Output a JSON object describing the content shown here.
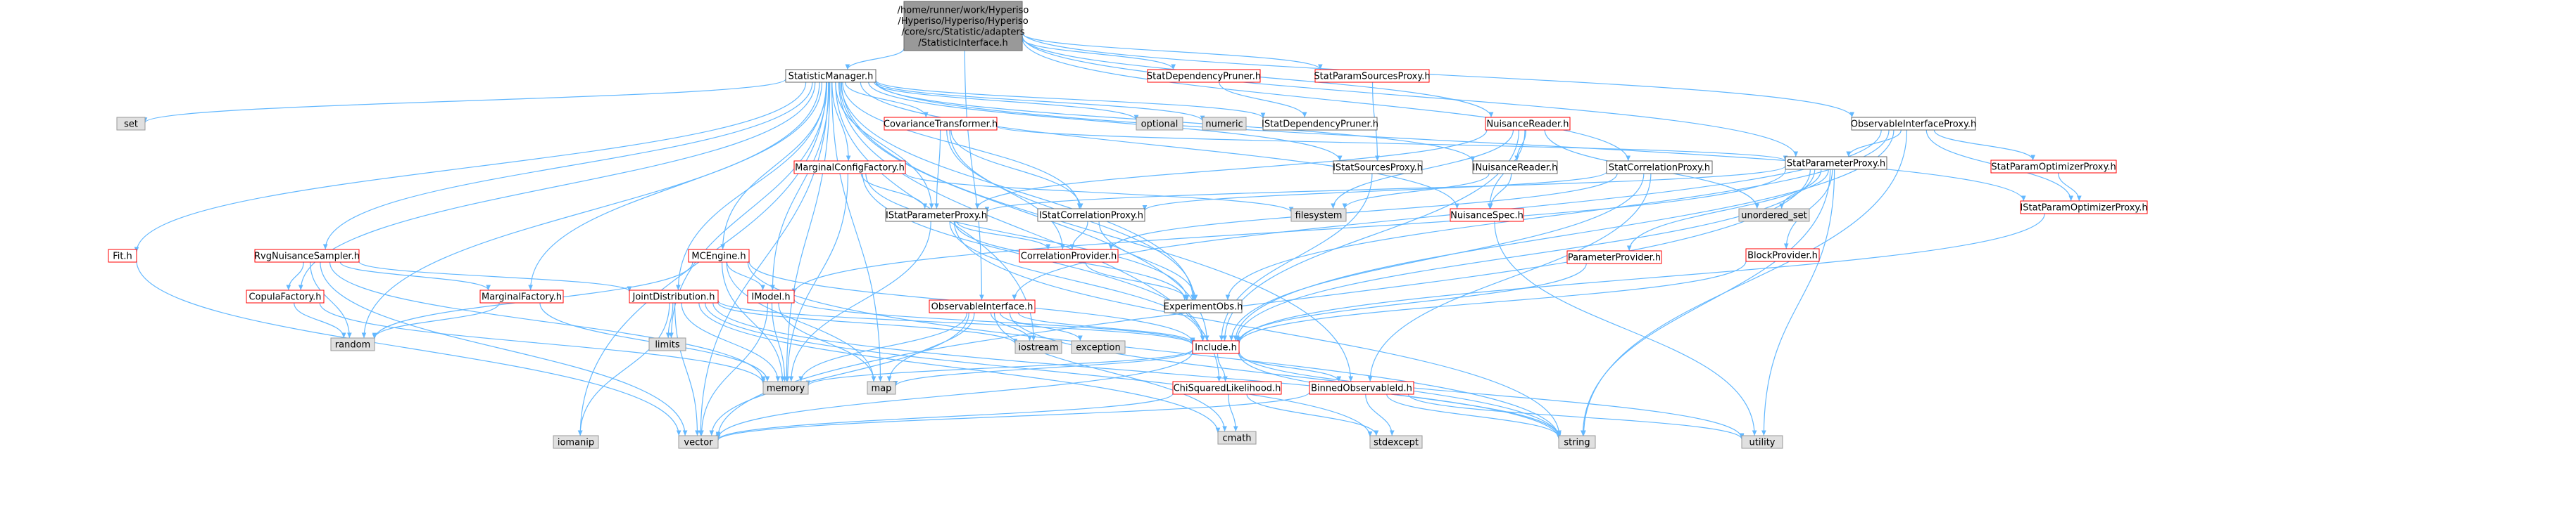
{
  "colors": {
    "root_fill": "#999999",
    "root_stroke": "#666666",
    "documented_fill": "#ffffff",
    "documented_stroke": "#666666",
    "undocumented_fill": "#ffffff",
    "undocumented_stroke": "#ff0000",
    "system_fill": "#e0e0e0",
    "system_stroke": "#999999",
    "edge": "#63b8ff",
    "text": "#000000"
  },
  "nodes": [
    {
      "id": "root",
      "label": "/home/runner/work/Hyperiso\n/Hyperiso/Hyperiso/Hyperiso\n/core/src/Statistic/adapters\n/StatisticInterface.h",
      "kind": "root"
    },
    {
      "id": "StatisticManager",
      "label": "StatisticManager.h",
      "kind": "documented"
    },
    {
      "id": "StatDependencyPruner",
      "label": "StatDependencyPruner.h",
      "kind": "undocumented"
    },
    {
      "id": "StatParamSourcesProxy",
      "label": "StatParamSourcesProxy.h",
      "kind": "undocumented"
    },
    {
      "id": "NuisanceReader",
      "label": "NuisanceReader.h",
      "kind": "undocumented"
    },
    {
      "id": "ObservableInterfaceProxy",
      "label": "ObservableInterfaceProxy.h",
      "kind": "documented"
    },
    {
      "id": "set",
      "label": "set",
      "kind": "system"
    },
    {
      "id": "optional",
      "label": "optional",
      "kind": "system"
    },
    {
      "id": "numeric",
      "label": "numeric",
      "kind": "system"
    },
    {
      "id": "CovarianceTransformer",
      "label": "CovarianceTransformer.h",
      "kind": "undocumented"
    },
    {
      "id": "IStatDependencyPruner",
      "label": "IStatDependencyPruner.h",
      "kind": "documented"
    },
    {
      "id": "StatParameterProxy",
      "label": "StatParameterProxy.h",
      "kind": "documented"
    },
    {
      "id": "INuisanceReader",
      "label": "INuisanceReader.h",
      "kind": "documented"
    },
    {
      "id": "StatCorrelationProxy",
      "label": "StatCorrelationProxy.h",
      "kind": "documented"
    },
    {
      "id": "ISourcesProxy",
      "label": "IStatSourcesProxy.h",
      "kind": "documented"
    },
    {
      "id": "StatParamOptimizerProxy",
      "label": "StatParamOptimizerProxy.h",
      "kind": "undocumented"
    },
    {
      "id": "IStatParamOptimizerProxy",
      "label": "IStatParamOptimizerProxy.h",
      "kind": "undocumented"
    },
    {
      "id": "MarginalConfigFactory",
      "label": "MarginalConfigFactory.h",
      "kind": "undocumented"
    },
    {
      "id": "IStatParameterProxy",
      "label": "IStatParameterProxy.h",
      "kind": "documented"
    },
    {
      "id": "IStatCorrelationProxy",
      "label": "IStatCorrelationProxy.h",
      "kind": "documented"
    },
    {
      "id": "filesystem",
      "label": "filesystem",
      "kind": "system"
    },
    {
      "id": "NuisanceSpec",
      "label": "NuisanceSpec.h",
      "kind": "undocumented"
    },
    {
      "id": "unordered_set",
      "label": "unordered_set",
      "kind": "system"
    },
    {
      "id": "Fit",
      "label": "Fit.h",
      "kind": "undocumented"
    },
    {
      "id": "RvgNuisanceSampler",
      "label": "RvgNuisanceSampler.h",
      "kind": "undocumented"
    },
    {
      "id": "MCEngine",
      "label": "MCEngine.h",
      "kind": "undocumented"
    },
    {
      "id": "CorrelationProvider",
      "label": "CorrelationProvider.h",
      "kind": "undocumented"
    },
    {
      "id": "ExperimentObs",
      "label": "ExperimentObs.h",
      "kind": "documented"
    },
    {
      "id": "ParameterProvider",
      "label": "ParameterProvider.h",
      "kind": "undocumented"
    },
    {
      "id": "BlockProvider",
      "label": "BlockProvider.h",
      "kind": "undocumented"
    },
    {
      "id": "CopulaFactory",
      "label": "CopulaFactory.h",
      "kind": "undocumented"
    },
    {
      "id": "MarginalFactory",
      "label": "MarginalFactory.h",
      "kind": "undocumented"
    },
    {
      "id": "JointDistribution",
      "label": "JointDistribution.h",
      "kind": "undocumented"
    },
    {
      "id": "IModel",
      "label": "IModel.h",
      "kind": "undocumented"
    },
    {
      "id": "ObservableInterface",
      "label": "ObservableInterface.h",
      "kind": "undocumented"
    },
    {
      "id": "exception",
      "label": "exception",
      "kind": "system"
    },
    {
      "id": "random",
      "label": "random",
      "kind": "system"
    },
    {
      "id": "limits",
      "label": "limits",
      "kind": "system"
    },
    {
      "id": "iostream",
      "label": "iostream",
      "kind": "system"
    },
    {
      "id": "Include",
      "label": "Include.h",
      "kind": "undocumented"
    },
    {
      "id": "memory",
      "label": "memory",
      "kind": "system"
    },
    {
      "id": "map",
      "label": "map",
      "kind": "system"
    },
    {
      "id": "ChiSquaredLikelihood",
      "label": "ChiSquaredLikelihood.h",
      "kind": "undocumented"
    },
    {
      "id": "BinnedObservableId",
      "label": "BinnedObservableId.h",
      "kind": "undocumented"
    },
    {
      "id": "iomanip",
      "label": "iomanip",
      "kind": "system"
    },
    {
      "id": "vector",
      "label": "vector",
      "kind": "system"
    },
    {
      "id": "cmath",
      "label": "cmath",
      "kind": "system"
    },
    {
      "id": "stdexcept",
      "label": "stdexcept",
      "kind": "system"
    },
    {
      "id": "string",
      "label": "string",
      "kind": "system"
    },
    {
      "id": "utility",
      "label": "utility",
      "kind": "system"
    }
  ],
  "edges": [
    [
      "root",
      "StatisticManager"
    ],
    [
      "root",
      "StatDependencyPruner"
    ],
    [
      "root",
      "StatParamSourcesProxy"
    ],
    [
      "root",
      "NuisanceReader"
    ],
    [
      "root",
      "ObservableInterfaceProxy"
    ],
    [
      "root",
      "StatParameterProxy"
    ],
    [
      "root",
      "StatCorrelationProxy"
    ],
    [
      "root",
      "ObservableInterface"
    ],
    [
      "StatisticManager",
      "set"
    ],
    [
      "StatisticManager",
      "optional"
    ],
    [
      "StatisticManager",
      "numeric"
    ],
    [
      "StatisticManager",
      "CovarianceTransformer"
    ],
    [
      "StatisticManager",
      "IStatDependencyPruner"
    ],
    [
      "StatisticManager",
      "INuisanceReader"
    ],
    [
      "StatisticManager",
      "ISourcesProxy"
    ],
    [
      "StatisticManager",
      "IStatParamOptimizerProxy"
    ],
    [
      "StatisticManager",
      "MarginalConfigFactory"
    ],
    [
      "StatisticManager",
      "IStatParameterProxy"
    ],
    [
      "StatisticManager",
      "IStatCorrelationProxy"
    ],
    [
      "StatisticManager",
      "Fit"
    ],
    [
      "StatisticManager",
      "RvgNuisanceSampler"
    ],
    [
      "StatisticManager",
      "MCEngine"
    ],
    [
      "StatisticManager",
      "CopulaFactory"
    ],
    [
      "StatisticManager",
      "MarginalFactory"
    ],
    [
      "StatisticManager",
      "JointDistribution"
    ],
    [
      "StatisticManager",
      "IModel"
    ],
    [
      "StatisticManager",
      "random"
    ],
    [
      "StatisticManager",
      "limits"
    ],
    [
      "StatisticManager",
      "iostream"
    ],
    [
      "StatisticManager",
      "Include"
    ],
    [
      "StatisticManager",
      "memory"
    ],
    [
      "StatisticManager",
      "map"
    ],
    [
      "StatisticManager",
      "ChiSquaredLikelihood"
    ],
    [
      "StatisticManager",
      "BinnedObservableId"
    ],
    [
      "StatisticManager",
      "iomanip"
    ],
    [
      "StatisticManager",
      "vector"
    ],
    [
      "StatisticManager",
      "NuisanceSpec"
    ],
    [
      "StatisticManager",
      "ExperimentObs"
    ],
    [
      "StatDependencyPruner",
      "IStatDependencyPruner"
    ],
    [
      "StatParamSourcesProxy",
      "ISourcesProxy"
    ],
    [
      "NuisanceReader",
      "INuisanceReader"
    ],
    [
      "NuisanceReader",
      "NuisanceSpec"
    ],
    [
      "NuisanceReader",
      "filesystem"
    ],
    [
      "NuisanceReader",
      "unordered_set"
    ],
    [
      "NuisanceReader",
      "Include"
    ],
    [
      "NuisanceReader",
      "IStatParameterProxy"
    ],
    [
      "ObservableInterfaceProxy",
      "StatParameterProxy"
    ],
    [
      "ObservableInterfaceProxy",
      "StatParamOptimizerProxy"
    ],
    [
      "ObservableInterfaceProxy",
      "IStatParamOptimizerProxy"
    ],
    [
      "ObservableInterfaceProxy",
      "ObservableInterface"
    ],
    [
      "ObservableInterfaceProxy",
      "ExperimentObs"
    ],
    [
      "ObservableInterfaceProxy",
      "Include"
    ],
    [
      "ObservableInterfaceProxy",
      "string"
    ],
    [
      "CovarianceTransformer",
      "IStatParameterProxy"
    ],
    [
      "CovarianceTransformer",
      "IStatCorrelationProxy"
    ],
    [
      "CovarianceTransformer",
      "ExperimentObs"
    ],
    [
      "CovarianceTransformer",
      "CorrelationProvider"
    ],
    [
      "CovarianceTransformer",
      "StatParameterProxy"
    ],
    [
      "StatParameterProxy",
      "IStatParameterProxy"
    ],
    [
      "StatParameterProxy",
      "unordered_set"
    ],
    [
      "StatParameterProxy",
      "ParameterProvider"
    ],
    [
      "StatParameterProxy",
      "BlockProvider"
    ],
    [
      "StatParameterProxy",
      "Include"
    ],
    [
      "StatParameterProxy",
      "IModel"
    ],
    [
      "StatParameterProxy",
      "string"
    ],
    [
      "StatParameterProxy",
      "utility"
    ],
    [
      "StatParameterProxy",
      "vector"
    ],
    [
      "INuisanceReader",
      "NuisanceSpec"
    ],
    [
      "INuisanceReader",
      "filesystem"
    ],
    [
      "StatCorrelationProxy",
      "IStatCorrelationProxy"
    ],
    [
      "StatCorrelationProxy",
      "CorrelationProvider"
    ],
    [
      "StatCorrelationProxy",
      "Include"
    ],
    [
      "StatCorrelationProxy",
      "BinnedObservableId"
    ],
    [
      "ISourcesProxy",
      "Include"
    ],
    [
      "StatParamOptimizerProxy",
      "IStatParamOptimizerProxy"
    ],
    [
      "IStatParamOptimizerProxy",
      "Include"
    ],
    [
      "MarginalConfigFactory",
      "IStatParameterProxy"
    ],
    [
      "MarginalConfigFactory",
      "ExperimentObs"
    ],
    [
      "MarginalConfigFactory",
      "memory"
    ],
    [
      "MarginalConfigFactory",
      "Include"
    ],
    [
      "MarginalConfigFactory",
      "filesystem"
    ],
    [
      "IStatParameterProxy",
      "ExperimentObs"
    ],
    [
      "IStatParameterProxy",
      "CorrelationProvider"
    ],
    [
      "IStatParameterProxy",
      "memory"
    ],
    [
      "IStatParameterProxy",
      "Include"
    ],
    [
      "IStatParameterProxy",
      "string"
    ],
    [
      "IStatCorrelationProxy",
      "CorrelationProvider"
    ],
    [
      "IStatCorrelationProxy",
      "ExperimentObs"
    ],
    [
      "NuisanceSpec",
      "utility"
    ],
    [
      "Fit",
      "vector"
    ],
    [
      "RvgNuisanceSampler",
      "CopulaFactory"
    ],
    [
      "RvgNuisanceSampler",
      "MarginalFactory"
    ],
    [
      "RvgNuisanceSampler",
      "JointDistribution"
    ],
    [
      "RvgNuisanceSampler",
      "random"
    ],
    [
      "RvgNuisanceSampler",
      "vector"
    ],
    [
      "RvgNuisanceSampler",
      "memory"
    ],
    [
      "MCEngine",
      "IModel"
    ],
    [
      "MCEngine",
      "random"
    ],
    [
      "MCEngine",
      "memory"
    ],
    [
      "MCEngine",
      "map"
    ],
    [
      "MCEngine",
      "string"
    ],
    [
      "MCEngine",
      "Include"
    ],
    [
      "CorrelationProvider",
      "ExperimentObs"
    ],
    [
      "ParameterProvider",
      "Include"
    ],
    [
      "BlockProvider",
      "Include"
    ],
    [
      "CopulaFactory",
      "random"
    ],
    [
      "CopulaFactory",
      "memory"
    ],
    [
      "MarginalFactory",
      "random"
    ],
    [
      "MarginalFactory",
      "memory"
    ],
    [
      "JointDistribution",
      "limits"
    ],
    [
      "JointDistribution",
      "iostream"
    ],
    [
      "JointDistribution",
      "iomanip"
    ],
    [
      "JointDistribution",
      "vector"
    ],
    [
      "JointDistribution",
      "memory"
    ],
    [
      "JointDistribution",
      "string"
    ],
    [
      "JointDistribution",
      "cmath"
    ],
    [
      "JointDistribution",
      "stdexcept"
    ],
    [
      "JointDistribution",
      "Include"
    ],
    [
      "IModel",
      "memory"
    ],
    [
      "IModel",
      "map"
    ],
    [
      "IModel",
      "vector"
    ],
    [
      "IModel",
      "Include"
    ],
    [
      "ObservableInterface",
      "exception"
    ],
    [
      "ObservableInterface",
      "iostream"
    ],
    [
      "ObservableInterface",
      "Include"
    ],
    [
      "ObservableInterface",
      "memory"
    ],
    [
      "ObservableInterface",
      "map"
    ],
    [
      "ObservableInterface",
      "vector"
    ],
    [
      "ObservableInterface",
      "cmath"
    ],
    [
      "ObservableInterface",
      "string"
    ],
    [
      "Include",
      "ChiSquaredLikelihood"
    ],
    [
      "Include",
      "BinnedObservableId"
    ],
    [
      "Include",
      "map"
    ],
    [
      "Include",
      "vector"
    ],
    [
      "Include",
      "string"
    ],
    [
      "Include",
      "utility"
    ],
    [
      "Include",
      "memory"
    ],
    [
      "ChiSquaredLikelihood",
      "vector"
    ],
    [
      "ChiSquaredLikelihood",
      "cmath"
    ],
    [
      "ChiSquaredLikelihood",
      "stdexcept"
    ],
    [
      "BinnedObservableId",
      "string"
    ],
    [
      "BinnedObservableId",
      "utility"
    ],
    [
      "BinnedObservableId",
      "stdexcept"
    ],
    [
      "BinnedObservableId",
      "vector"
    ]
  ]
}
